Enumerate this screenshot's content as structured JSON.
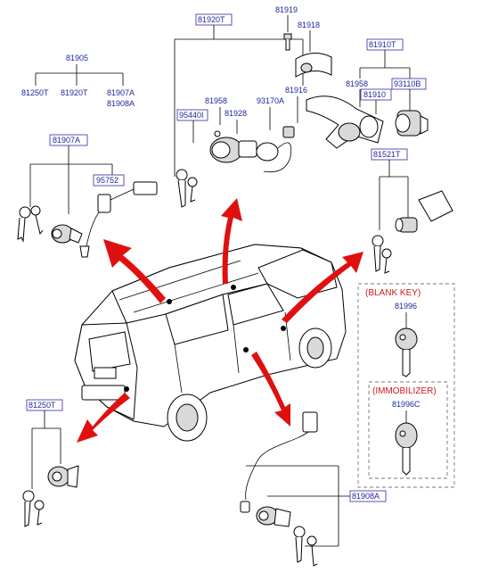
{
  "labels": {
    "p81919": "81919",
    "p81918": "81918",
    "p81920T_top": "81920T",
    "p81905": "81905",
    "p81250T_a": "81250T",
    "p81920T_b": "81920T",
    "p81907A_a": "81907A",
    "p81908A_a": "81908A",
    "p81910T_top": "81910T",
    "p81958_a": "81958",
    "p95440I": "95440I",
    "p81928": "81928",
    "p93170A": "93170A",
    "p81916": "81916",
    "p81958_b": "81958",
    "p93110B": "93110B",
    "p81910": "81910",
    "p81907A_box": "81907A",
    "p95752": "95752",
    "p81521T": "81521T",
    "blank_key": "(BLANK KEY)",
    "p81996": "81996",
    "immobilizer": "(IMMOBILIZER)",
    "p81996C": "81996C",
    "p81250T_box": "81250T",
    "p81908A_box": "81908A"
  },
  "colors": {
    "label_text": "#1a2a9a",
    "label_box": "#5a3aa8",
    "arrow": "#e01010",
    "red_text": "#d01818"
  }
}
